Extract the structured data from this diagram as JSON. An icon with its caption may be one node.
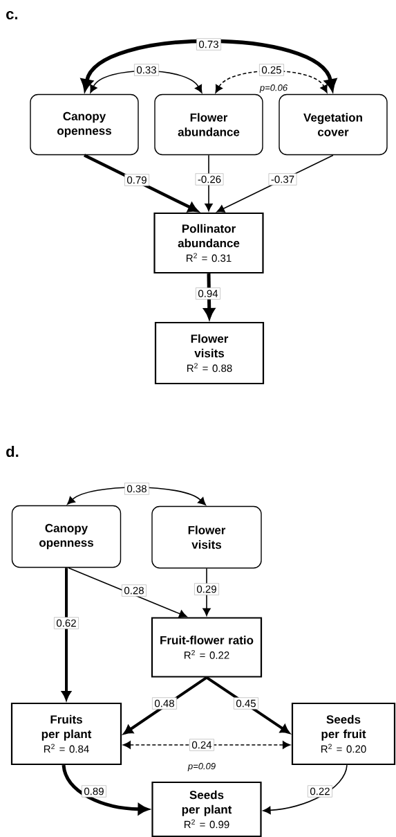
{
  "diagram": {
    "nodes": [
      {
        "text": [
          "Canopy openness"
        ]
      },
      {
        "text": [
          "Flower abundance"
        ]
      },
      {
        "text": [
          "Vegetation cover"
        ]
      },
      {
        "text": [
          "Pollinator abundance",
          "R$^{2}$ = 0.31"
        ]
      },
      {
        "text": [
          "Flower visits",
          "R$^{2}$ = 0.88"
        ]
      },
      {
        "text": [
          "Canopy openness"
        ]
      },
      {
        "text": [
          "Flower visits"
        ]
      },
      {
        "text": [
          "Fruit-flower ratio",
          "R$^{2}$ = 0.22"
        ]
      },
      {
        "text": [
          "Fruits per plant",
          "R$^{2}$ = 0.84"
        ]
      },
      {
        "text": [
          "Seeds per fruit",
          "R$^{2}$ = 0.20"
        ]
      },
      {
        "text": [
          "Seeds per plant",
          "R$^{2}$ = 0.99"
        ]
      }
    ],
    "edges": [
      {
        "from": 0,
        "to": 2,
        "arrow": "both",
        "label": "0.73",
        "style": "thick"
      },
      {
        "from": 0,
        "to": 1,
        "arrow": "both",
        "label": "0.33"
      },
      {
        "from": 1,
        "to": 2,
        "arrow": "both",
        "label": "0.25",
        "style": "dashed"
      },
      {
        "from": 0,
        "to": 3,
        "arrow": "to",
        "label": "0.79",
        "style": "thick"
      },
      {
        "from": 1,
        "to": 3,
        "arrow": "to",
        "label": "-0.26"
      },
      {
        "from": 2,
        "to": 3,
        "arrow": "to",
        "label": "-0.37"
      },
      {
        "from": 3,
        "to": 4,
        "arrow": "to",
        "label": "0.94",
        "style": "thick"
      },
      {
        "from": 5,
        "to": 6,
        "arrow": "both",
        "label": "0.38"
      },
      {
        "from": 5,
        "to": 8,
        "arrow": "to",
        "label": "0.62",
        "style": "thick"
      },
      {
        "from": 5,
        "to": 7,
        "arrow": "to",
        "label": "0.28"
      },
      {
        "from": 6,
        "to": 7,
        "arrow": "to",
        "label": "0.29"
      },
      {
        "from": 7,
        "to": 8,
        "arrow": "to",
        "label": "0.48",
        "style": "thick"
      },
      {
        "from": 7,
        "to": 9,
        "arrow": "to",
        "label": "0.45",
        "style": "thick"
      },
      {
        "from": 8,
        "to": 9,
        "arrow": "both",
        "label": "0.24",
        "style": "dashed"
      },
      {
        "from": 8,
        "to": 10,
        "arrow": "to",
        "label": "0.89",
        "style": "thick"
      },
      {
        "from": 9,
        "to": 10,
        "arrow": "to",
        "label": "0.22"
      }
    ],
    "labels": [
      "c.",
      "p=0.06",
      "d.",
      "p=0.09"
    ]
  }
}
